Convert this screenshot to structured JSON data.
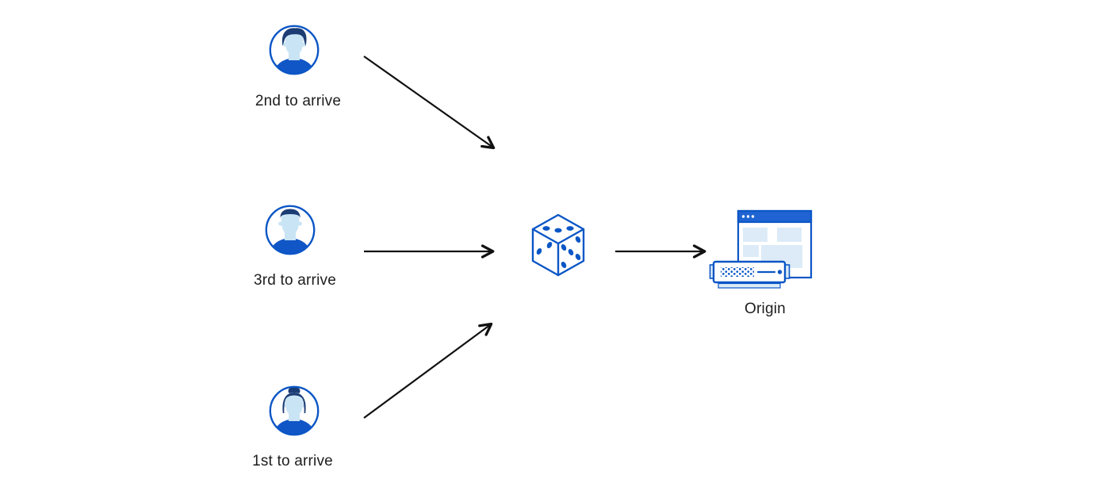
{
  "diagram": {
    "type": "flow-diagram",
    "description": "Three clients arriving in different order are routed via a random (dice) selection toward an origin server",
    "colors": {
      "background": "#ffffff",
      "outline_blue": "#0b56c6",
      "shirt_blue": "#1156c7",
      "hair_navy": "#1c3c74",
      "skin_light_blue": "#c9e4f4",
      "panel_light_blue": "#dcebf7",
      "titlebar_blue": "#1f64d2",
      "arrow_color": "#111111",
      "text_color": "#1d1d1f"
    },
    "nodes": {
      "client_top": {
        "label": "2nd to arrive",
        "icon": "user-male-avatar-icon"
      },
      "client_middle": {
        "label": "3rd to arrive",
        "icon": "user-male-short-hair-avatar-icon"
      },
      "client_bottom": {
        "label": "1st to arrive",
        "icon": "user-female-avatar-icon"
      },
      "dice": {
        "icon": "dice-icon",
        "pips": {
          "top_face": 3,
          "left_face": 2,
          "right_face": 5
        }
      },
      "origin": {
        "label": "Origin",
        "icon": "origin-server-icon"
      }
    },
    "edges": [
      {
        "from": "client_top",
        "to": "dice"
      },
      {
        "from": "client_middle",
        "to": "dice"
      },
      {
        "from": "client_bottom",
        "to": "dice"
      },
      {
        "from": "dice",
        "to": "origin"
      }
    ]
  }
}
